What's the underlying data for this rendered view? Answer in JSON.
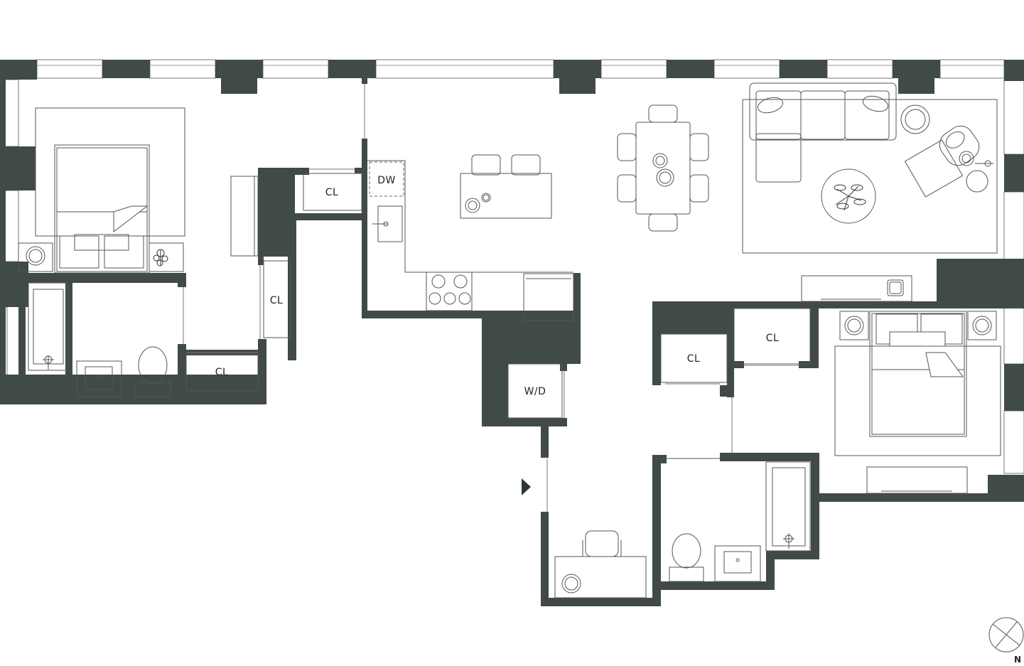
{
  "labels": {
    "closet_bed1_top": "CL",
    "closet_hall": "CL",
    "closet_bed1_bath": "CL",
    "dishwasher": "DW",
    "washer_dryer": "W/D",
    "closet_bed2_a": "CL",
    "closet_bed2_b": "CL"
  },
  "compass": {
    "north_label": "N"
  },
  "colors": {
    "wall": "#414b45",
    "line": "#555555",
    "background": "#ffffff"
  },
  "icons": [
    "entry-arrow-icon",
    "compass-icon",
    "plant-icon"
  ]
}
